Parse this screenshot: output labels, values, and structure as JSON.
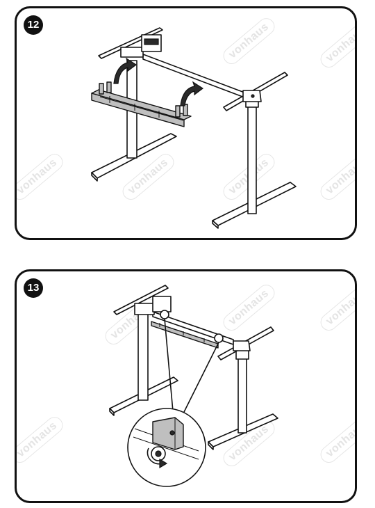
{
  "steps": [
    {
      "number": "12"
    },
    {
      "number": "13"
    }
  ],
  "watermark": "vonhaus",
  "colors": {
    "border": "#111111",
    "part_fill": "#bfbfbf",
    "watermark": "#e4e4e4"
  },
  "icons": [
    "curved-arrow-icon",
    "screw-icon",
    "rotate-arrow-icon",
    "magnifier-inset"
  ]
}
